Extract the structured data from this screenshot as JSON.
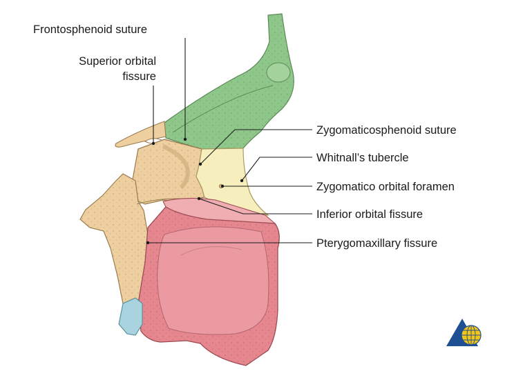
{
  "labels": {
    "frontosphenoid": "Frontosphenoid suture",
    "superior_orbital_line1": "Superior orbital",
    "superior_orbital_line2": "fissure",
    "zygomaticosphenoid": "Zygomaticosphenoid suture",
    "whitnall": "Whitnall’s tubercle",
    "zygomatico_orbital": "Zygomatico orbital foramen",
    "inferior_orbital": "Inferior orbital fissure",
    "pterygomaxillary": "Pterygomaxillary fissure"
  },
  "colors": {
    "frontal_bone": "#8fc78a",
    "frontal_bone_light": "#b9dbb1",
    "sphenoid_bone": "#eecf9f",
    "zygomatic_bone": "#f6efbd",
    "maxilla": "#e6878f",
    "maxilla_light": "#f1aeb2",
    "palatine": "#a9d3de",
    "logo_blue": "#1f4f93",
    "logo_yellow": "#f3c615"
  }
}
